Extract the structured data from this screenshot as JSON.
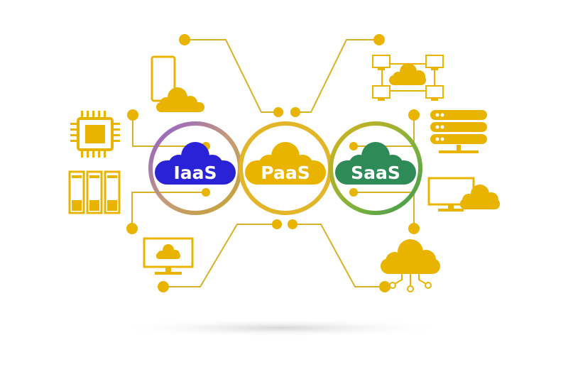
{
  "services": [
    {
      "label": "IaaS",
      "color": "#2a22d6",
      "ring": "#a06fd0"
    },
    {
      "label": "PaaS",
      "color": "#e8b400",
      "ring": "#e3b62a"
    },
    {
      "label": "SaaS",
      "color": "#2e8a57",
      "ring": "#79b13e"
    }
  ],
  "colors": {
    "accent": "#e8b400",
    "line": "#d8b226",
    "shadow": "#e3e3e3"
  },
  "icons": [
    "phone-cloud-icon",
    "cpu-chip-icon",
    "server-racks-icon",
    "monitor-cloud-icon",
    "network-computers-cloud-icon",
    "server-stack-icon",
    "monitor-cloud-right-icon",
    "cloud-circuit-icon"
  ]
}
